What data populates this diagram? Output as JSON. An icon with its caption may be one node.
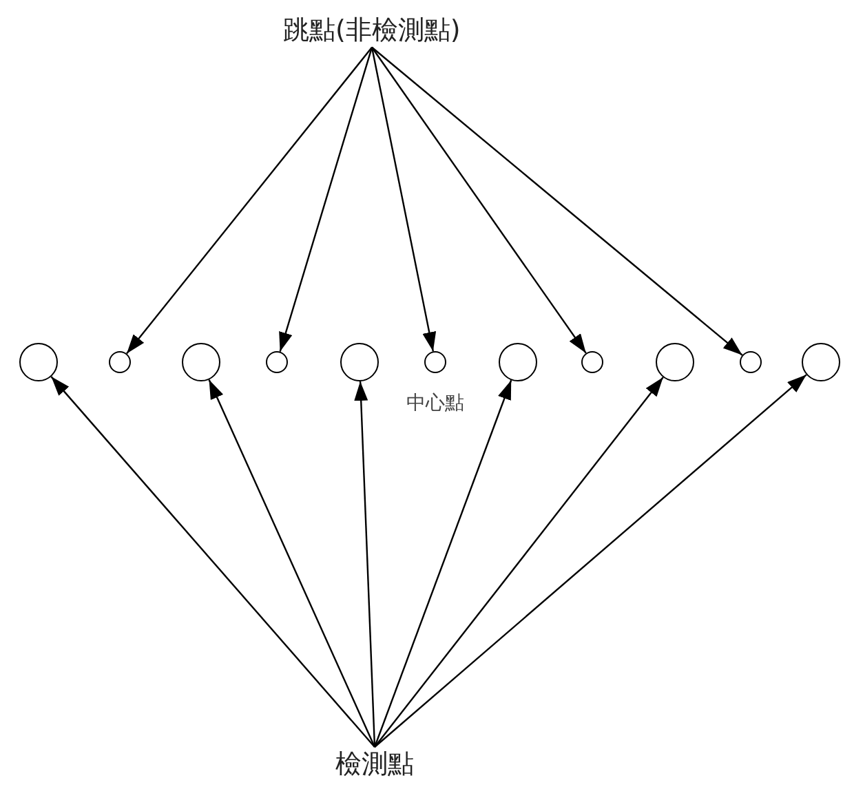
{
  "diagram": {
    "nodes": [
      {
        "text": [
          "跳點(非檢測點)"
        ]
      },
      {
        "text": [],
        "shape": "circle"
      },
      {
        "text": [],
        "shape": "circle"
      },
      {
        "text": [],
        "shape": "circle"
      },
      {
        "text": [],
        "shape": "circle"
      },
      {
        "text": [],
        "shape": "circle"
      },
      {
        "text": [],
        "shape": "circle",
        "beside": [
          "中心點"
        ]
      },
      {
        "text": [],
        "shape": "circle"
      },
      {
        "text": [],
        "shape": "circle"
      },
      {
        "text": [],
        "shape": "circle"
      },
      {
        "text": [],
        "shape": "circle"
      },
      {
        "text": [],
        "shape": "circle"
      },
      {
        "text": [
          "檢測點"
        ]
      }
    ],
    "edges": [
      {
        "from": 0,
        "to": 2,
        "arrow": "to"
      },
      {
        "from": 0,
        "to": 4,
        "arrow": "to"
      },
      {
        "from": 0,
        "to": 6,
        "arrow": "to"
      },
      {
        "from": 0,
        "to": 8,
        "arrow": "to"
      },
      {
        "from": 0,
        "to": 10,
        "arrow": "to"
      },
      {
        "from": 12,
        "to": 1,
        "arrow": "to"
      },
      {
        "from": 12,
        "to": 3,
        "arrow": "to"
      },
      {
        "from": 12,
        "to": 5,
        "arrow": "to"
      },
      {
        "from": 12,
        "to": 7,
        "arrow": "to"
      },
      {
        "from": 12,
        "to": 9,
        "arrow": "to"
      },
      {
        "from": 12,
        "to": 11,
        "arrow": "to"
      }
    ]
  }
}
